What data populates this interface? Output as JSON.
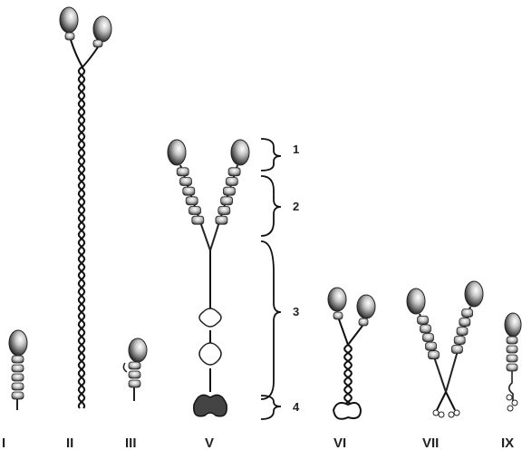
{
  "figure": {
    "collagen_types": [
      "I",
      "II",
      "III",
      "V",
      "VI",
      "VII",
      "IX"
    ],
    "domain_numbers": [
      "1",
      "2",
      "3",
      "4"
    ]
  }
}
